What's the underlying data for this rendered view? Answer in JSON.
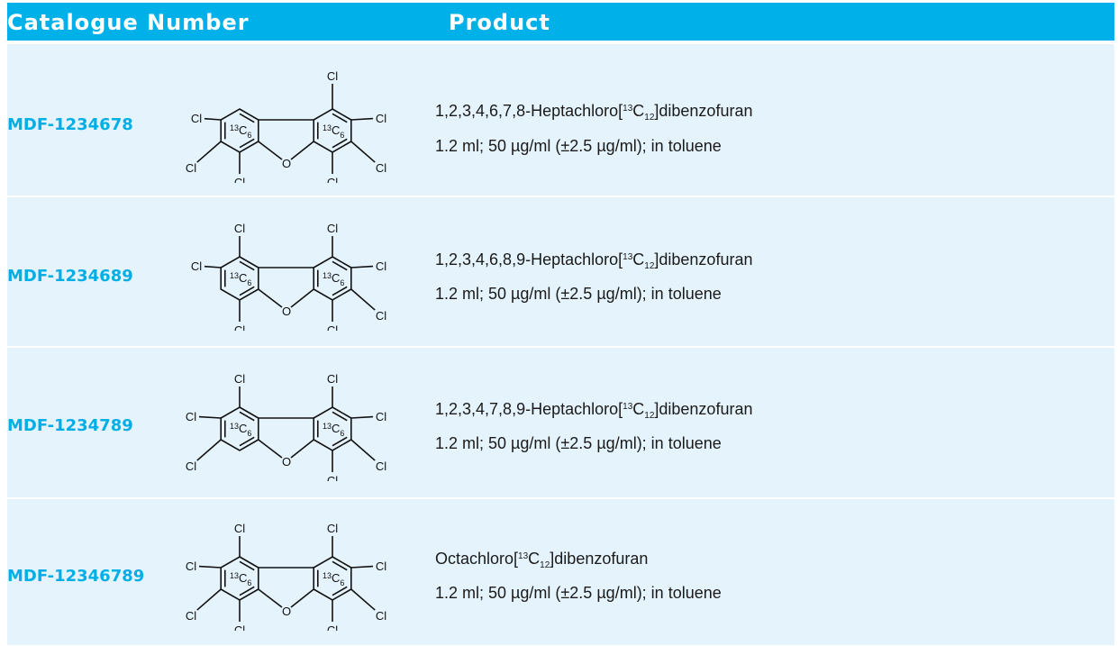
{
  "header": {
    "col_catalogue": "Catalogue Number",
    "col_product": "Product"
  },
  "colors": {
    "header_bg": "#00b0e8",
    "row_bg": "#e5f4fc",
    "catalogue_text": "#00aee6"
  },
  "rows": [
    {
      "catalogue": "MDF-1234678",
      "name_prefix": "1,2,3,4,6,7,8-Heptachloro[",
      "isotope_sup": "13",
      "element": "C",
      "count_sub": "12",
      "name_suffix": "]dibenzofuran",
      "detail": "1.2 ml; 50 µg/ml (±2.5 µg/ml); in toluene"
    },
    {
      "catalogue": "MDF-1234689",
      "name_prefix": "1,2,3,4,6,8,9-Heptachloro[",
      "isotope_sup": "13",
      "element": "C",
      "count_sub": "12",
      "name_suffix": "]dibenzofuran",
      "detail": "1.2 ml; 50 µg/ml (±2.5 µg/ml); in toluene"
    },
    {
      "catalogue": "MDF-1234789",
      "name_prefix": "1,2,3,4,7,8,9-Heptachloro[",
      "isotope_sup": "13",
      "element": "C",
      "count_sub": "12",
      "name_suffix": "]dibenzofuran",
      "detail": "1.2 ml; 50 µg/ml (±2.5 µg/ml); in toluene"
    },
    {
      "catalogue": "MDF-12346789",
      "name_prefix": "Octachloro[",
      "isotope_sup": "13",
      "element": "C",
      "count_sub": "12",
      "name_suffix": "]dibenzofuran",
      "detail": "1.2 ml; 50 µg/ml (±2.5 µg/ml); in toluene"
    }
  ],
  "structure_labels": {
    "chlorine": "Cl",
    "oxygen": "O",
    "ring_isotope": "13",
    "ring_element": "C",
    "ring_count": "6"
  }
}
